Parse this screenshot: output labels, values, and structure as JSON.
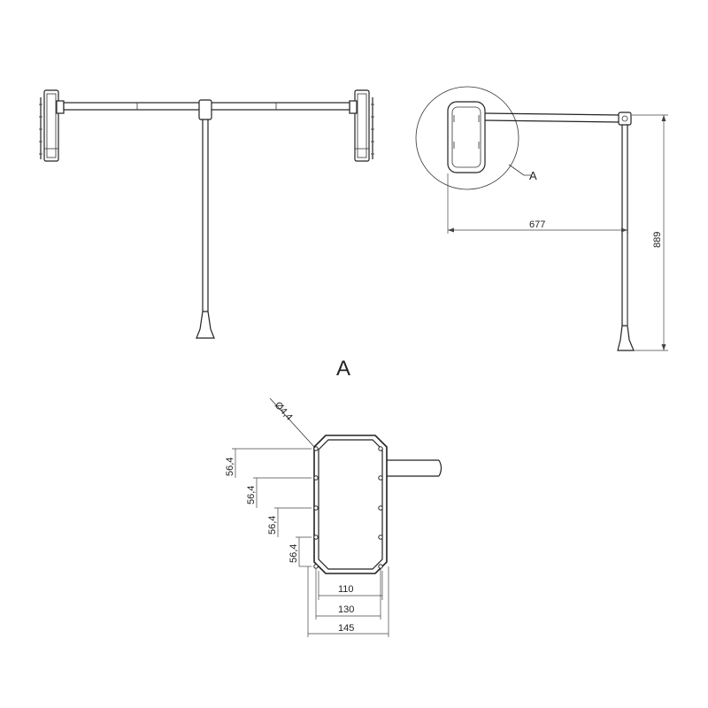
{
  "front_view": {},
  "side_view": {
    "callout_label": "A",
    "dim_width": "677",
    "dim_height": "889"
  },
  "detail_view": {
    "title": "A",
    "hole_diameter": "Ø4,4",
    "vertical_dims": [
      "56,4",
      "56,4",
      "56,4",
      "56,4"
    ],
    "horizontal_dims": [
      "110",
      "130",
      "145"
    ]
  }
}
